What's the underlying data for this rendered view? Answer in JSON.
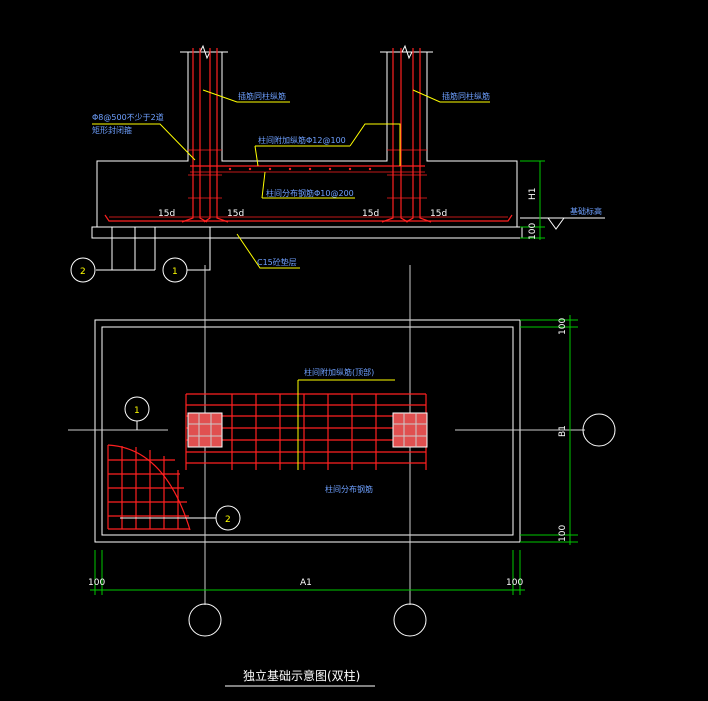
{
  "section": {
    "label_left_col_rebar": "插筋同柱纵筋",
    "label_right_col_rebar": "插筋同柱纵筋",
    "label_stirrup_1": "Φ8@500不少于2道",
    "label_stirrup_2": "矩形封闭箍",
    "label_top_add_rebar": "柱间附加纵筋Φ12@100",
    "label_dist_rebar": "柱间分布钢筋Φ10@200",
    "anchor_1": "15d",
    "anchor_2": "15d",
    "anchor_3": "15d",
    "anchor_4": "15d",
    "label_cushion": "C15砼垫层",
    "dim_h1": "H1",
    "dim_100": "100",
    "label_base_elev": "基础标高",
    "callout_2": "2",
    "callout_1": "1"
  },
  "plan": {
    "label_add_rebar": "柱间附加纵筋(顶部)",
    "label_dist_rebar": "柱间分布钢筋",
    "callout_1": "1",
    "callout_2": "2",
    "dim_top_100": "100",
    "dim_b1": "B1",
    "dim_bot_100": "100",
    "dim_left_100": "100",
    "dim_a1": "A1",
    "dim_right_100": "100"
  },
  "title": "独立基础示意图(双柱)"
}
